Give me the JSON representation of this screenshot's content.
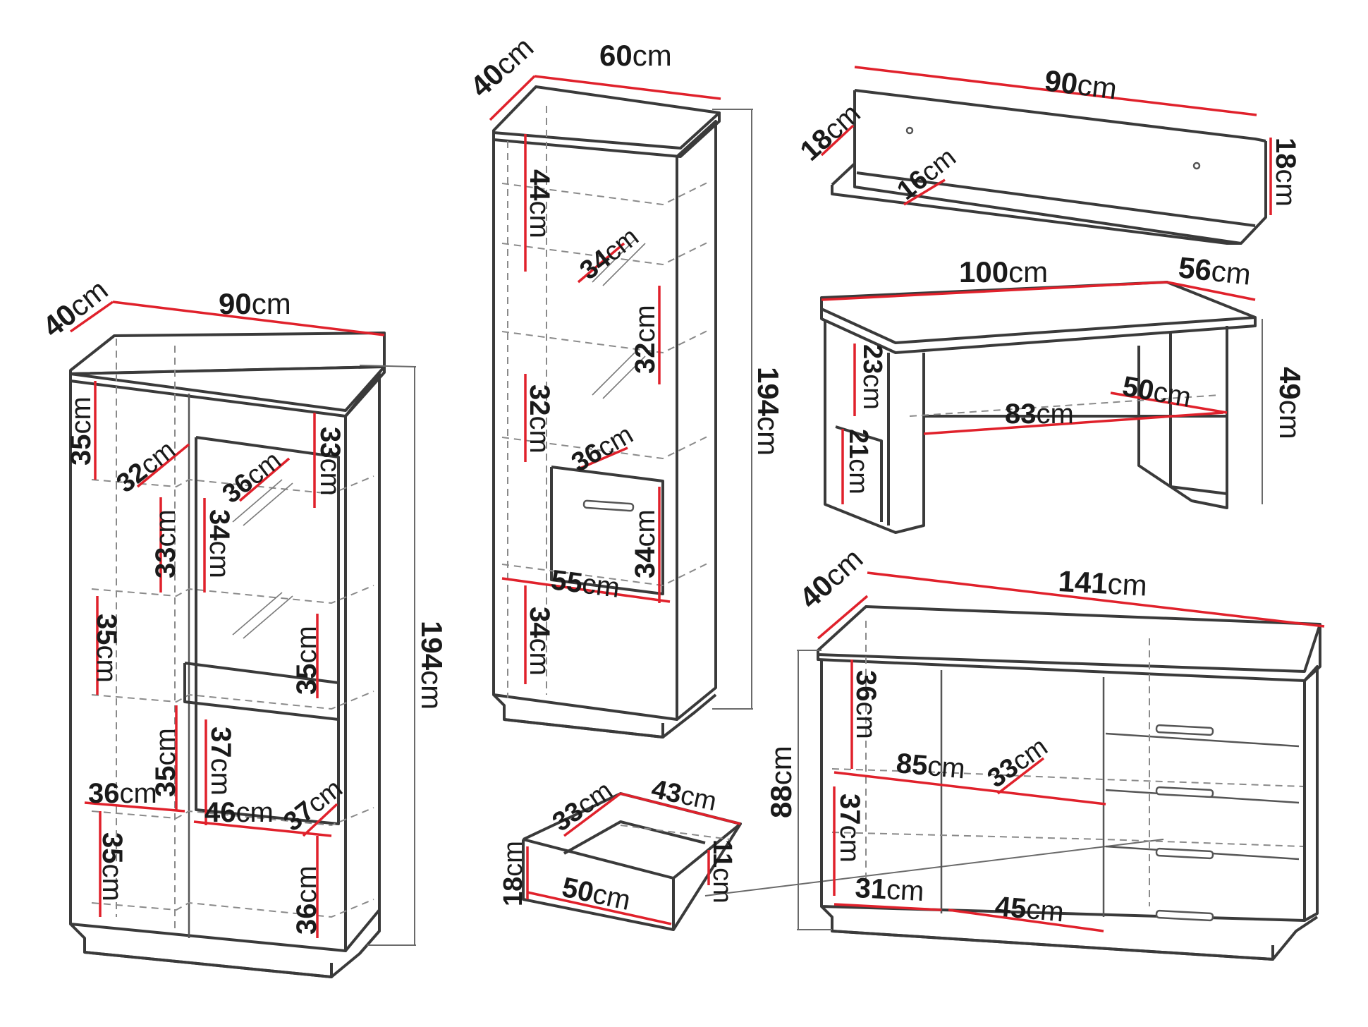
{
  "units": "cm",
  "furniture": {
    "vitrine": {
      "depth": "40",
      "width": "90",
      "height": "194",
      "shelf_heights_left": [
        "35",
        "33",
        "35",
        "35",
        "35"
      ],
      "shelf_heights_right": [
        "33",
        "34",
        "35",
        "37",
        "36"
      ],
      "shelf_depth_left": "32",
      "shelf_depth_right": "36",
      "bottom_depth_right": "37",
      "inner_width_left": "36",
      "inner_width_right": "46"
    },
    "tall_cabinet": {
      "depth": "40",
      "width": "60",
      "height": "194",
      "section_heights": [
        "44",
        "32",
        "32",
        "34",
        "34"
      ],
      "shelf_depths": [
        "34",
        "36"
      ],
      "inner_width": "55"
    },
    "wall_shelf": {
      "width": "90",
      "depth": "18",
      "height": "18",
      "inner_depth": "16"
    },
    "coffee_table": {
      "width": "100",
      "depth": "56",
      "height": "49",
      "side_heights": [
        "23",
        "21"
      ],
      "inner_width": "83",
      "inner_depth": "50"
    },
    "drawer": {
      "depth": "33",
      "length": "43",
      "front_height": "18",
      "side_height": "11",
      "front_width": "50"
    },
    "sideboard": {
      "depth": "40",
      "width": "141",
      "height": "88",
      "upper_height": "36",
      "lower_height": "37",
      "compartment_width": "85",
      "compartment_depth": "33",
      "bottom_width_left": "31",
      "bottom_width_right": "45"
    }
  },
  "colors": {
    "dimension_line": "#e0212b",
    "outline": "#3a3a3a",
    "hidden_line": "#8a8a8a"
  }
}
